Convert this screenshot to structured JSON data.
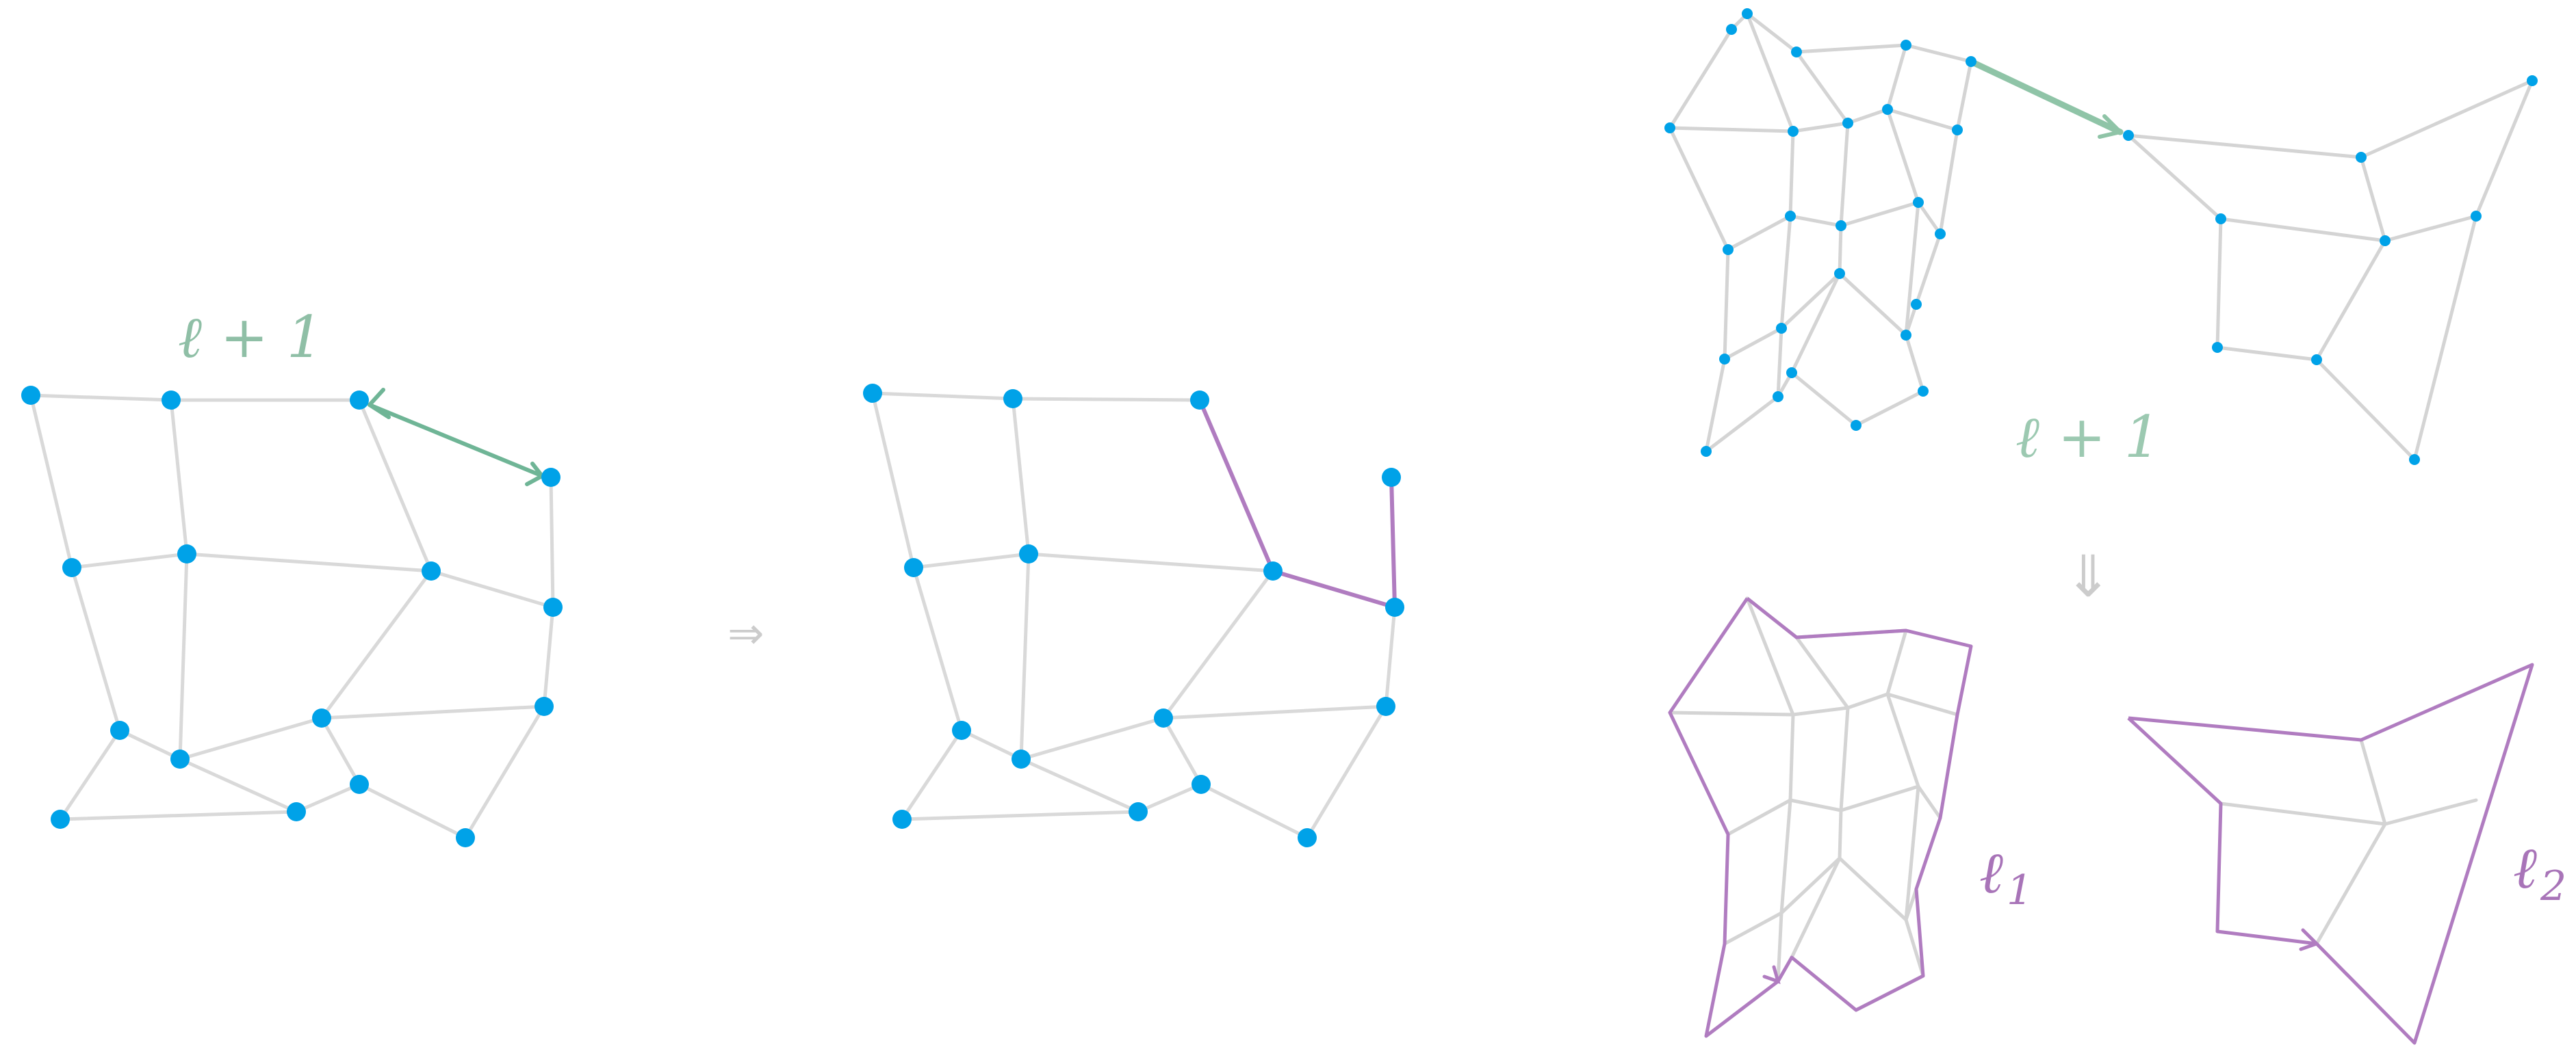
{
  "labels": {
    "left_label": "ℓ + 1",
    "right_label": "ℓ + 1",
    "loop1_main": "ℓ",
    "loop1_sub": "1",
    "loop2_main": "ℓ",
    "loop2_sub": "2",
    "arrow_between": "⇒",
    "arrow_down": "⇓"
  },
  "colors": {
    "node": "#00a2e8",
    "edge": "#d9d9d9",
    "green": "#6fb596",
    "green_text": "#8fbfa6",
    "purple": "#b07cc0",
    "purple_text": "#a874b8",
    "arrow_gray": "#cccccc"
  },
  "icons": {
    "implication_arrow": "double-right-arrow-icon",
    "down_arrow": "double-down-arrow-icon"
  }
}
